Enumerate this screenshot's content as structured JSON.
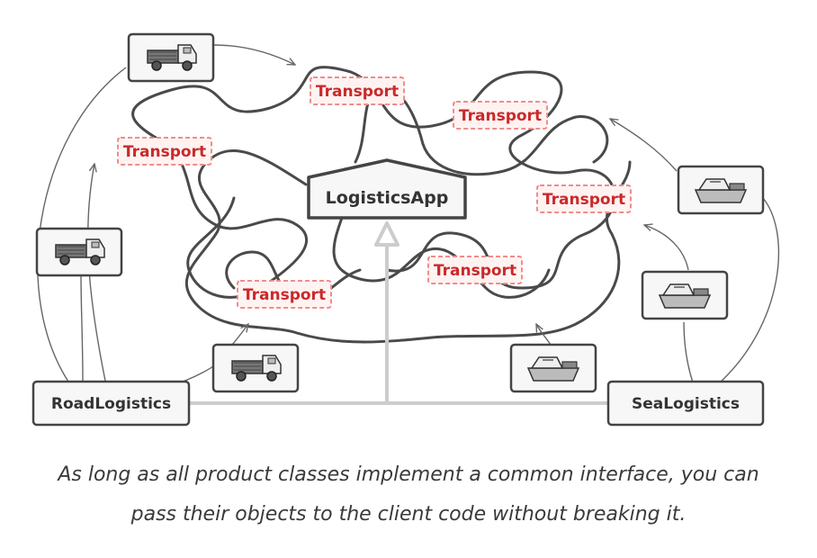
{
  "diagram": {
    "client_label": "LogisticsApp",
    "road_label": "RoadLogistics",
    "sea_label": "SeaLogistics",
    "transport_labels": [
      "Transport",
      "Transport",
      "Transport",
      "Transport",
      "Transport",
      "Transport"
    ],
    "truck_icon": "truck-icon",
    "ship_icon": "ship-icon",
    "colors": {
      "transport_text": "#c92a2a",
      "transport_border": "#f08c8c",
      "transport_fill": "#fff3f2",
      "box_border": "#444444",
      "box_fill": "#f7f7f7",
      "inheritance_line": "#cccccc"
    }
  },
  "caption": {
    "line1": "As long as all product classes implement a common interface, you can",
    "line2": "pass their objects to the client code without breaking it."
  }
}
